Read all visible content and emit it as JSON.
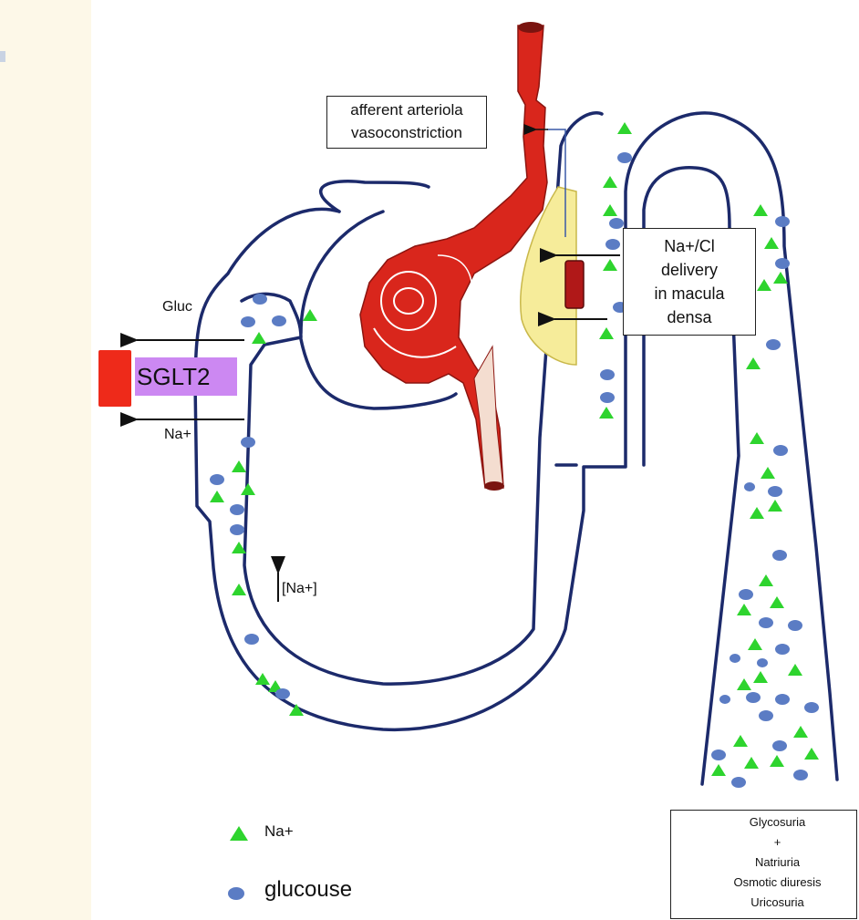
{
  "labels": {
    "afferent": [
      "afferent arteriola",
      "vasoconstriction"
    ],
    "macula": [
      "Na+/Cl",
      "delivery",
      "in macula",
      "densa"
    ],
    "gluc": "Gluc",
    "sglt2": "SGLT2",
    "na_arrow": "Na+",
    "na_conc": "[Na+]",
    "legend_na": "Na+",
    "legend_glucose": "glucouse",
    "outcomes": [
      "Glycosuria",
      "+",
      "Natriuria",
      "Osmotic diuresis",
      "Uricosuria"
    ]
  },
  "colors": {
    "na_triangle": "#2ed42e",
    "glucose_dot": "#5b7cc4",
    "tubule_outline": "#1c2a6b",
    "artery": "#d9261c",
    "sglt2_block": "#ee2a1a",
    "sglt2_label_bg": "#cc88f2",
    "macula_densa": "#f6ec9a",
    "sidebar": "#fdf8e8"
  },
  "icons": [
    "triangle-marker",
    "circle-marker",
    "arrow-left",
    "arrow-up"
  ]
}
